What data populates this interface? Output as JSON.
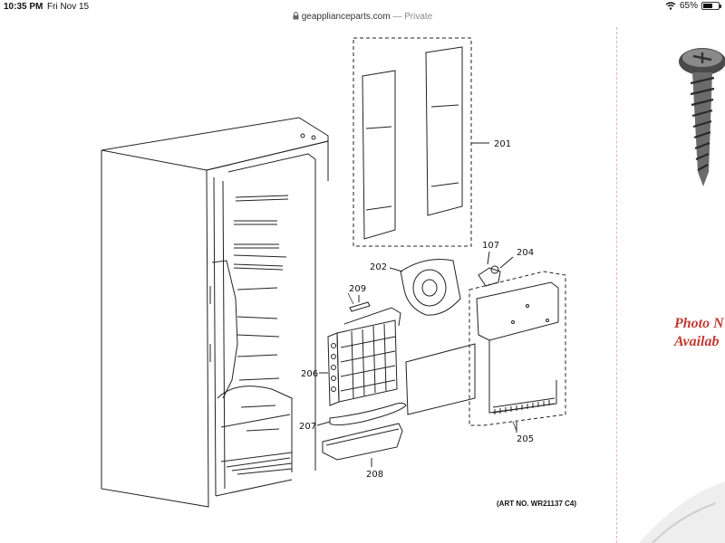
{
  "status_bar": {
    "time": "10:35 PM",
    "date": "Fri Nov 15",
    "battery": "65%",
    "battery_level": 0.65
  },
  "browser": {
    "domain": "geapplianceparts.com",
    "mode": "— Private"
  },
  "diagram": {
    "callouts": [
      "201",
      "107",
      "204",
      "202",
      "209",
      "206",
      "207",
      "205",
      "208"
    ],
    "art_number": "(ART NO. WR21137 C4)"
  },
  "side_panel": {
    "photo_text_line1": "Photo N",
    "photo_text_line2": "Availab"
  },
  "colors": {
    "accent_red": "#c23b32",
    "divider": "#e7b8a8"
  }
}
